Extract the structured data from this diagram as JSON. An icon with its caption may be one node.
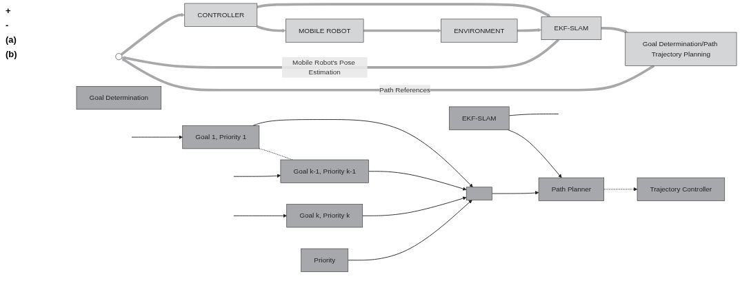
{
  "diagram": {
    "nodes": [
      {
        "text": [],
        "shape": "circle"
      },
      {
        "text": [
          "CONTROLLER"
        ]
      },
      {
        "text": [
          "MOBILE ROBOT"
        ]
      },
      {
        "text": [
          "ENVIRONMENT"
        ]
      },
      {
        "text": [
          "EKF-SLAM"
        ]
      },
      {
        "text": [
          "Goal Determination/Path Trajectory Planning"
        ]
      },
      {
        "text": [
          "Goal Determination"
        ]
      },
      {
        "text": [
          "EKF-SLAM"
        ]
      },
      {
        "text": [
          "Path Planner"
        ]
      },
      {
        "text": [],
        "shape": "box"
      },
      {
        "text": [
          "Goal 1, Priority 1"
        ]
      },
      {
        "text": [
          "Goal k-1, Priority k-1"
        ]
      },
      {
        "text": [
          "Goal k, Priority k"
        ]
      },
      {
        "text": [
          "Priority"
        ]
      },
      {
        "text": [
          "Trajectory Controller"
        ]
      }
    ],
    "edges": [
      {
        "from": 0,
        "to": 1,
        "arrow": "to",
        "style": "thick",
        "color": "#a7a8aa"
      },
      {
        "from": 1,
        "to": 2,
        "arrow": "to",
        "style": "thick",
        "color": "#a7a8aa"
      },
      {
        "from": 1,
        "to": 4,
        "arrow": "to",
        "style": "thick",
        "color": "#a7a8aa"
      },
      {
        "from": 2,
        "to": 3,
        "arrow": "to",
        "style": "thick",
        "color": "#a7a8aa"
      },
      {
        "from": 3,
        "to": 4,
        "arrow": "to",
        "style": "thick",
        "color": "#a7a8aa"
      },
      {
        "from": 4,
        "to": 0,
        "arrow": "to",
        "label": "Mobile Robot's Pose Estimation",
        "style": "thick",
        "color": "#a7a8aa"
      },
      {
        "from": 4,
        "to": 5,
        "arrow": "to",
        "style": "thick",
        "color": "#a7a8aa"
      },
      {
        "from": 5,
        "to": 0,
        "arrow": "to",
        "label": "Path References",
        "style": "thick",
        "color": "#a7a8aa"
      },
      {
        "from": 7,
        "to": 8,
        "arrow": "to"
      },
      {
        "from": 7,
        "to": null,
        "arrow": "none"
      },
      {
        "from": 9,
        "to": 8,
        "arrow": "to"
      },
      {
        "from": 10,
        "to": 9,
        "arrow": "to"
      },
      {
        "from": 11,
        "to": 9,
        "arrow": "to"
      },
      {
        "from": 12,
        "to": 9,
        "arrow": "to"
      },
      {
        "from": 13,
        "to": 9,
        "arrow": "to"
      },
      {
        "from": 10,
        "to": 11,
        "arrow": "none",
        "style": "dashed"
      },
      {
        "from": 8,
        "to": 14,
        "arrow": "to",
        "style": "dashed"
      },
      {
        "from": null,
        "to": 10,
        "arrow": "to"
      },
      {
        "from": null,
        "to": 11,
        "arrow": "to"
      },
      {
        "from": null,
        "to": 12,
        "arrow": "to"
      }
    ],
    "labels": [
      "+",
      "-",
      "(a)",
      "(b)"
    ]
  }
}
